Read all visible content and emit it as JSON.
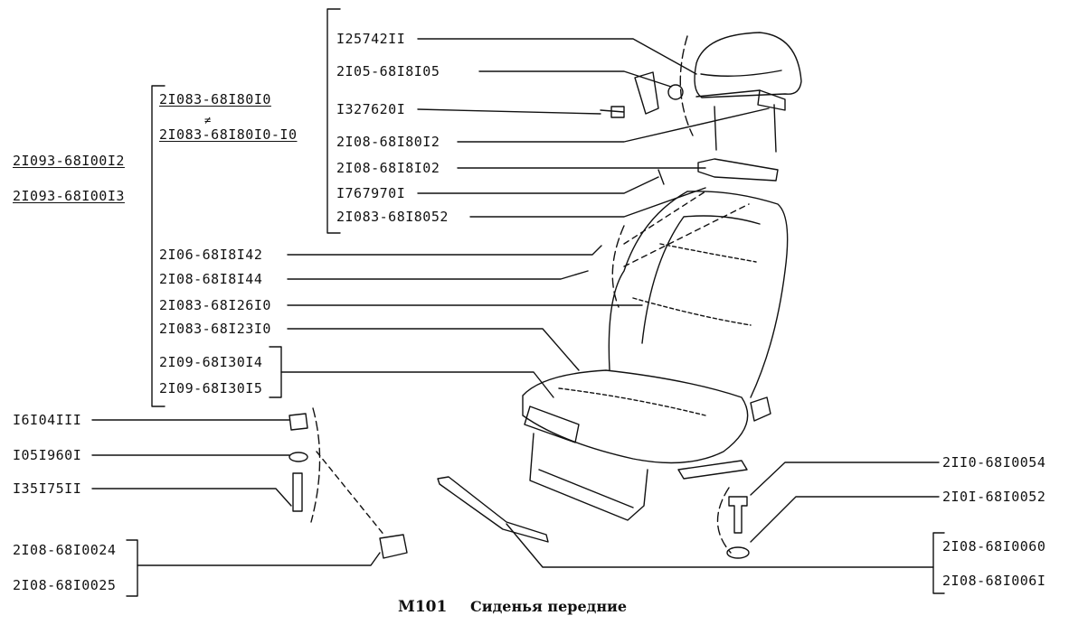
{
  "caption": {
    "code": "M101",
    "title": "Сиденья передние"
  },
  "parts": {
    "headrest_group": [
      "I25742II",
      "2I05-68I8I05",
      "I327620I",
      "2I08-68I80I2",
      "2I08-68I8I02",
      "I767970I",
      "2I083-68I8052"
    ],
    "headrest_alt": [
      "2I083-68I80I0",
      "2I083-68I80I0-I0"
    ],
    "seat_assembly": [
      "2I093-68I00I2",
      "2I093-68I00I3"
    ],
    "mid_group": [
      "2I06-68I8I42",
      "2I08-68I8I44",
      "2I083-68I26I0",
      "2I083-68I23I0"
    ],
    "cushion_pair": [
      "2I09-68I30I4",
      "2I09-68I30I5"
    ],
    "lower_left": [
      "I6I04III",
      "I05I960I",
      "I35I75II"
    ],
    "bracket_pair": [
      "2I08-68I0024",
      "2I08-68I0025"
    ],
    "right_bolts": [
      "2II0-68I0054",
      "2I0I-68I0052"
    ],
    "right_pair": [
      "2I08-68I0060",
      "2I08-68I006I"
    ]
  },
  "symbols": {
    "not_equal": "≠"
  }
}
